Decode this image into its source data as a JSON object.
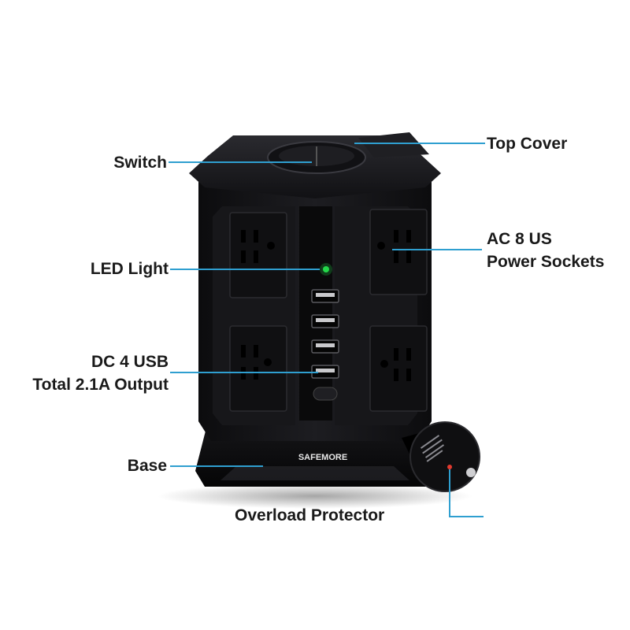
{
  "brand": "SAFEMORE",
  "colors": {
    "leader": "#2f9fd0",
    "body": "#141416",
    "led": "#25d84a"
  },
  "labels": {
    "switch": "Switch",
    "top_cover": "Top Cover",
    "led_light": "LED Light",
    "ac_line1": "AC 8 US",
    "ac_line2": "Power Sockets",
    "dc_line1": "DC 4 USB",
    "dc_line2": "Total 2.1A Output",
    "base": "Base",
    "overload": "Overload Protector"
  }
}
